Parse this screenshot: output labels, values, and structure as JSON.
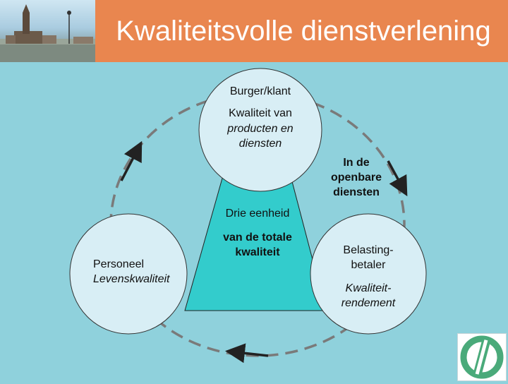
{
  "header": {
    "title": "Kwaliteitsvolle dienstverlening"
  },
  "diagram": {
    "top_circle": {
      "heading": "Burger/klant",
      "line1": "Kwaliteit van",
      "line2": "producten en",
      "line3": "diensten"
    },
    "right_label": {
      "line1": "In de",
      "line2": "openbare",
      "line3": "diensten"
    },
    "center": {
      "line1": "Drie eenheid",
      "line2": "van de totale",
      "line3": "kwaliteit"
    },
    "left_circle": {
      "line1": "Personeel",
      "line2": "Levenskwaliteit"
    },
    "right_circle": {
      "line1": "Belasting-",
      "line2": "betaler",
      "line3": "Kwaliteit-",
      "line4": "rendement"
    }
  },
  "colors": {
    "header": "#e9864f",
    "background": "#8fd1dc",
    "triangle": "#33cccc",
    "circles": "#d8eef5",
    "dashes": "#7a7a7a",
    "logo_green": "#4aaa7a"
  }
}
